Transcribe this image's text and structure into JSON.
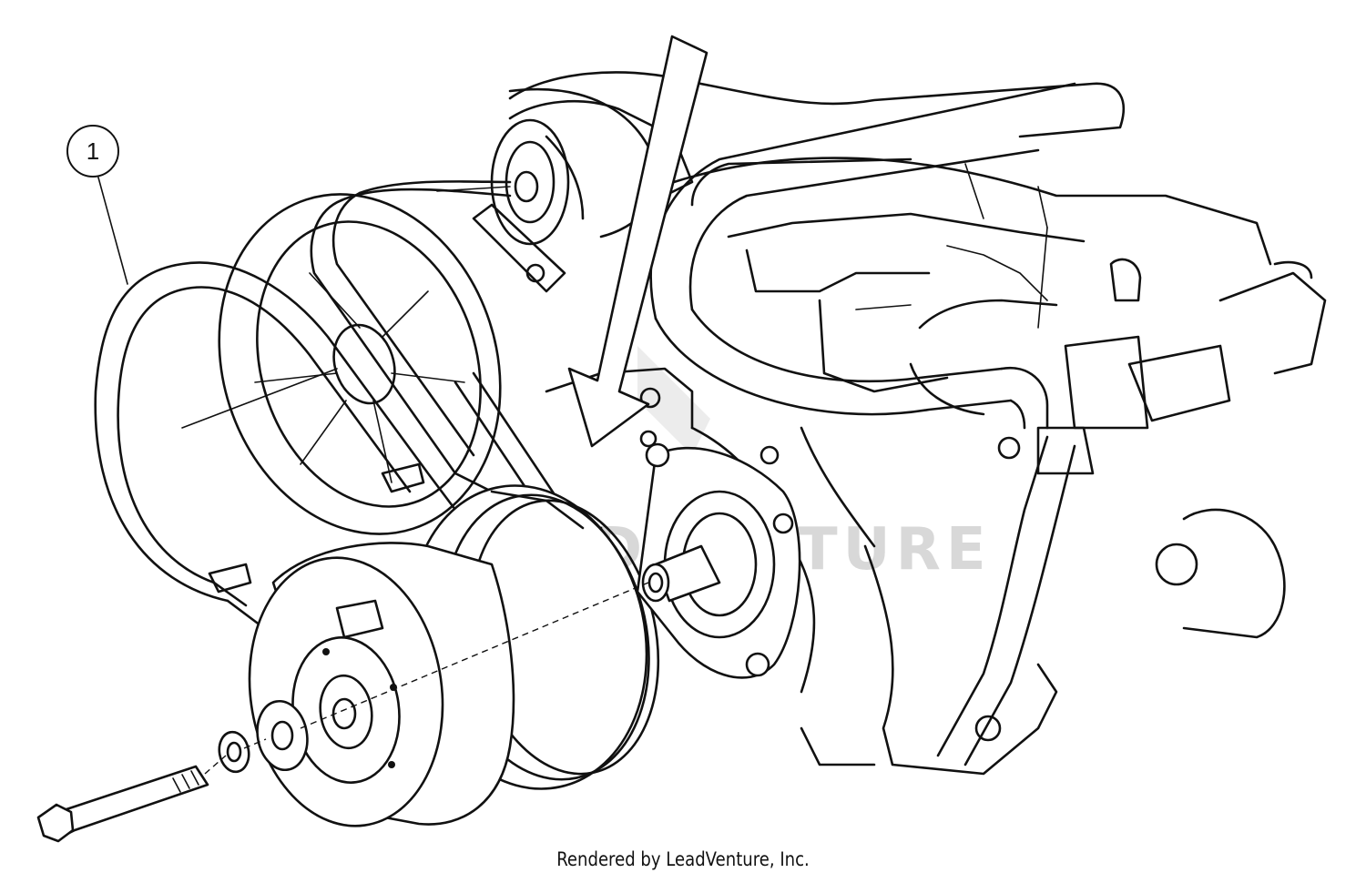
{
  "diagram": {
    "callouts": [
      {
        "label": "1",
        "part": "belt"
      }
    ],
    "watermark": "LEADVENTURE",
    "footer": "Rendered by LeadVenture, Inc.",
    "colors": {
      "ink": "#111111",
      "background": "#ffffff",
      "watermark": "#d8d8d8"
    }
  }
}
